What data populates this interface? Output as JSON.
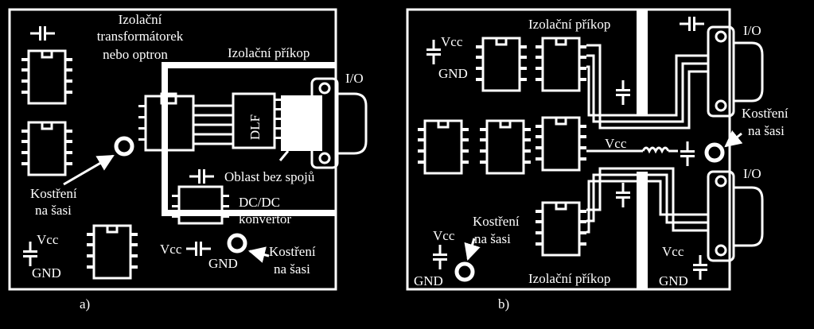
{
  "panel_a": {
    "caption": "a)",
    "label_transformer_1": "Izolační",
    "label_transformer_2": "transformátorek",
    "label_transformer_3": "nebo optron",
    "label_moat": "Izolační příkop",
    "label_io": "I/O",
    "label_dlf": "DLF",
    "label_nolink": "Oblast bez spojů",
    "label_dcdc_1": "DC/DC",
    "label_dcdc_2": "konvertor",
    "label_ground_left_1": "Kostření",
    "label_ground_left_2": "na šasi",
    "label_ground_right_1": "Kostření",
    "label_ground_right_2": "na šasi",
    "label_vcc_1": "Vcc",
    "label_gnd_1": "GND",
    "label_vcc_2": "Vcc",
    "label_gnd_2": "GND"
  },
  "panel_b": {
    "caption": "b)",
    "label_vcc_top": "Vcc",
    "label_gnd_top": "GND",
    "label_moat_top": "Izolační příkop",
    "label_moat_bottom": "Izolační příkop",
    "label_io_top": "I/O",
    "label_io_bottom": "I/O",
    "label_ground_right_1": "Kostření",
    "label_ground_right_2": "na šasi",
    "label_ground_left_1": "Kostření",
    "label_ground_left_2": "na šasi",
    "label_vcc_mid": "Vcc",
    "label_vcc_bl": "Vcc",
    "label_gnd_bl": "GND",
    "label_vcc_br": "Vcc",
    "label_gnd_br": "GND"
  }
}
